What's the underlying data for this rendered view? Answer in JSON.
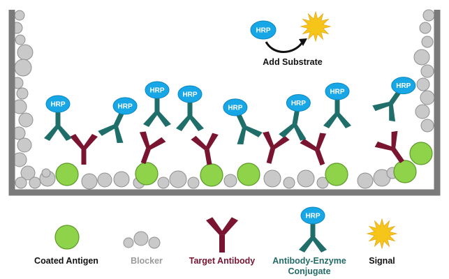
{
  "hrp_text": "HRP",
  "add_substrate": "Add Substrate",
  "legend": {
    "coated_antigen": "Coated Antigen",
    "blocker": "Blocker",
    "target_antibody": "Target Antibody",
    "conjugate_line1": "Antibody-Enzyme",
    "conjugate_line2": "Conjugate",
    "signal": "Signal"
  },
  "colors": {
    "well": "#7a7a7a",
    "blocker_fill": "#c9c9c9",
    "blocker_stroke": "#8f8f8f",
    "antigen_fill": "#8ed34a",
    "antigen_stroke": "#5c9a2a",
    "target_antibody": "#7a1531",
    "conjugate_antibody": "#1f6e69",
    "hrp": "#18a7e6",
    "signal": "#f6c51a",
    "arrow": "#111111"
  }
}
